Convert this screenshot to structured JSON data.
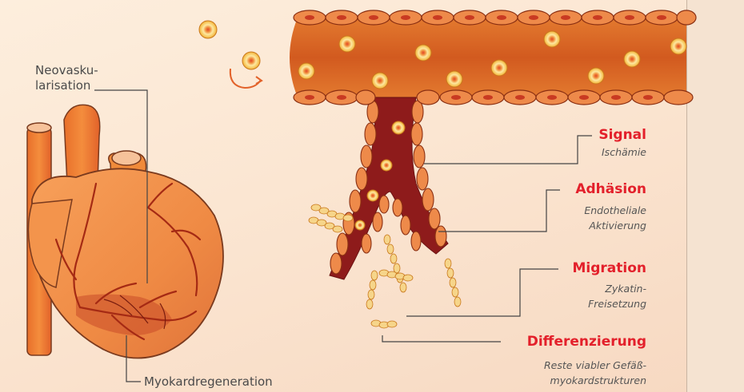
{
  "labels": {
    "neovascularisation": [
      "Neovasku-",
      "larisation"
    ],
    "myocardial_regeneration": "Myokardregeneration"
  },
  "stages": [
    {
      "title": "Signal",
      "subtitle": [
        "Ischämie"
      ]
    },
    {
      "title": "Adhäsion",
      "subtitle": [
        "Endotheliale",
        "Aktivierung"
      ]
    },
    {
      "title": "Migration",
      "subtitle": [
        "Zykatin-",
        "Freisetzung"
      ]
    },
    {
      "title": "Differenzierung",
      "subtitle": [
        "Reste viabler Gefäß-",
        "myokardstrukturen"
      ]
    }
  ],
  "colors": {
    "accent": "#e3202b",
    "vessel": "#d8641e",
    "vessel_dark": "#9e1b1b",
    "cell": "#f6c944",
    "background": "#fdeedd"
  }
}
